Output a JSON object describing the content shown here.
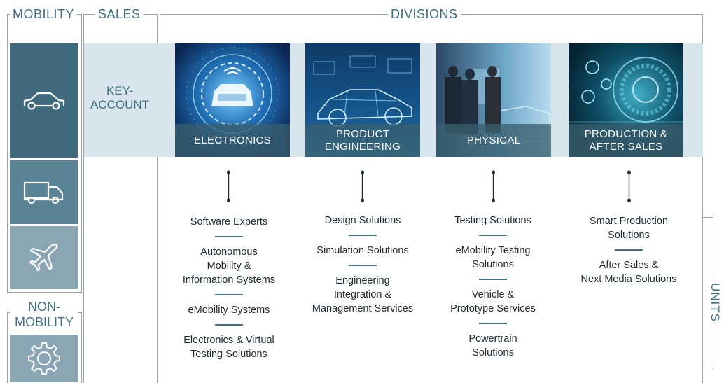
{
  "frames": {
    "mobility": "MOBILITY",
    "sales": "SALES",
    "divisions": "DIVISIONS",
    "non_mobility": [
      "NON-",
      "MOBILITY"
    ],
    "units": "UNITS"
  },
  "sales": {
    "key_account": [
      "KEY-",
      "ACCOUNT"
    ]
  },
  "colors": {
    "accent": "#3e6f84",
    "tile_dark": "#3f6a7e",
    "tile_mid": "#5a8396",
    "tile_light": "#8aa6b4",
    "band": "#d8e5ec"
  },
  "mobility_icons": [
    "car-icon",
    "truck-icon",
    "airplane-icon"
  ],
  "non_mobility_icon": "gear-icon",
  "divisions": [
    {
      "label": [
        "ELECTRONICS"
      ],
      "image": "electronics-car-image",
      "units": [
        "Software Experts",
        "Autonomous\nMobility &\nInformation Systems",
        "eMobility Systems",
        "Electronics & Virtual\nTesting Solutions"
      ]
    },
    {
      "label": [
        "PRODUCT",
        "ENGINEERING"
      ],
      "image": "wireframe-car-image",
      "units": [
        "Design Solutions",
        "Simulation Solutions",
        "Engineering\nIntegration &\nManagement Services"
      ]
    },
    {
      "label": [
        "PHYSICAL"
      ],
      "image": "engineers-car-image",
      "units": [
        "Testing Solutions",
        "eMobility Testing\nSolutions",
        "Vehicle &\nPrototype Services",
        "Powertrain\nSolutions"
      ]
    },
    {
      "label": [
        "PRODUCTION &",
        "AFTER SALES"
      ],
      "image": "digital-dashboard-image",
      "units": [
        "Smart Production\nSolutions",
        "After Sales &\nNext Media Solutions"
      ]
    }
  ]
}
